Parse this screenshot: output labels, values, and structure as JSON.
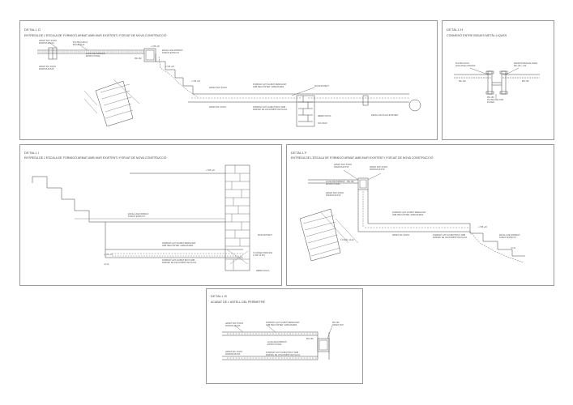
{
  "sheet": {
    "details": [
      {
        "id": "D",
        "title": "DETALL D",
        "subtitle": "ENTREGA DE L'ESCALA DE FORMIGÓ ARMAT AMB MUR EXISTENT I FORJAT DE NOVA CONSTRUCCIÓ"
      },
      {
        "id": "H",
        "title": "DETALL H",
        "subtitle": "CONNEXIÓ ENTRE BIGUES METÀL·LIQUES"
      },
      {
        "id": "I",
        "title": "DETALL I",
        "subtitle": "ENTREGA DE L'ESCALA DE FORMIGÓ ARMAT AMB MUR EXISTENT I FORJAT DE NOVA CONSTRUCCIÓ"
      },
      {
        "id": "F",
        "title": "DETALL F",
        "subtitle": "ENTREGA DE L'ESCALA DE FORMIGÓ ARMAT AMB MUR EXISTENT I FORJAT DE NOVA CONSTRUCCIÓ"
      },
      {
        "id": "B",
        "title": "DETALL B",
        "subtitle": "ACABAT DE L'ANTELL DEL PERÍMETRE"
      }
    ]
  },
  "notes": {
    "d_top_left": "ARMAT SUP. Ø 8/15\nRODONS Ø 8/15",
    "d_top_mid": "PLATINA ANCLA\nBIGA Ø 25+8",
    "d_edge_left": "ARMAT INF. Ø 8/15\nRODONS Ø 8/15",
    "d_losa": "LLOSA DE FORMIGÓ\nESTRUCTURAL",
    "d_escala": "ESCALA DE FORMIGÓ\nFORJAT ESTRUCT.",
    "d_ipe": "IPE 160",
    "d_level1": "+7,88 +20",
    "d_level2": "+7,88 +20",
    "d_level3": "+7,88 +20",
    "d_armat_sup": "ARMAT SUP. Ø 8/15",
    "d_armat_inf": "ARMAT INF. Ø 8/15",
    "d_forjat": "FORMIGÓ GOT ACABAT REMOLINAT\nAMB HELICÒPTER I ARMADURES",
    "d_forjat2": "FORMIGÓ GOT ACABAT BOUT AMB\nMARXEU DE L'ESCOMPAT DE PLACA",
    "d_mur": "MUR EXISTENT",
    "d_placa": "DETALL DE PLACA EXISTENT",
    "d_rebaix": "REBAIX ROCA",
    "d_nou": "NOU MUR",
    "h_platina": "PLATINA NOVA\nANCLATGE A BIGUES",
    "h_rigid": "RIGIDITZADOR EN ANIMA\nIPE 160 + 160",
    "h_level": "IPE 160",
    "h_bottom": "IPE 160\nPLATINA DE UNIÓ\nD'ACER",
    "i_escala": "ESCALA DE FORMIGÓ\nFORJAT ESTRUCT.",
    "i_level": "+7,88 +20",
    "i_forjat": "FORMIGÓ GOT ACABAT REMOLINAT\nAMB HELICÒPTER I ARMADURES",
    "i_forjat2": "FORMIGÓ GOT ACABAT BOUT AMB\nMARXEU DE L'ESCOMPAT DE PLACA",
    "i_mur": "MUR EXISTENT",
    "i_conn": "3 CONNECTORS Ø12\n(L 30P 14.60\")",
    "i_rebaix": "REBAIX ROCA",
    "i_level2": "+7,88 +20",
    "i_hl": "+6,10",
    "f_armat_sup": "ARMAT SUP. Ø 8/15\nRODONS Ø 8/15",
    "f_top": "ARMAT SUP. Ø 8/15\nRODONS Ø 8/15",
    "f_losa": "LLOSA DE FORMIGÓ\nESTRUCTURAL",
    "f_armat": "ARMAT SUP. Ø 8/15\nRODONS Ø 8/15",
    "f_ipe": "IPE 160",
    "f_forjat": "FORMIGÓ GOT ACABAT REMOLINAT\nAMB HELICÒPTER I ARMADURES",
    "f_armat_inf": "ARMAT INF. Ø 8/15",
    "f_forjat2": "FORMIGÓ GOT ACABAT BOUT AMB\nMARXEU DE L'ESCOMPAT DE PLACA",
    "f_level": "+7,88 +20",
    "f_escala": "ESCALA DE FORMIGÓ\nFORJAT ESTRUCT.",
    "f_l2": "+6,10",
    "f_dim": "3 CONN. 10-20",
    "b_armat_sup": "ARMAT SUP. Ø 8/15\nRODONS Ø 8/15",
    "b_forjat": "FORMIGÓ GOT ACABAT REMOLINAT\nAMB HELICÒPTER I ARMADURES",
    "b_losa": "LLOSA DE FORMIGÓ\nESTRUCTURAL",
    "b_armat_inf": "ARMAT INF. Ø 8/15\nRODONS Ø 8/15",
    "b_forjat2": "FORMIGÓ GOT ACABAT BOUT AMB\nMARXEU DE L'ESCOMPAT DE PLACA",
    "b_ipe": "IPE 160",
    "b_right": "IPE 160\nARMAT SUP."
  }
}
